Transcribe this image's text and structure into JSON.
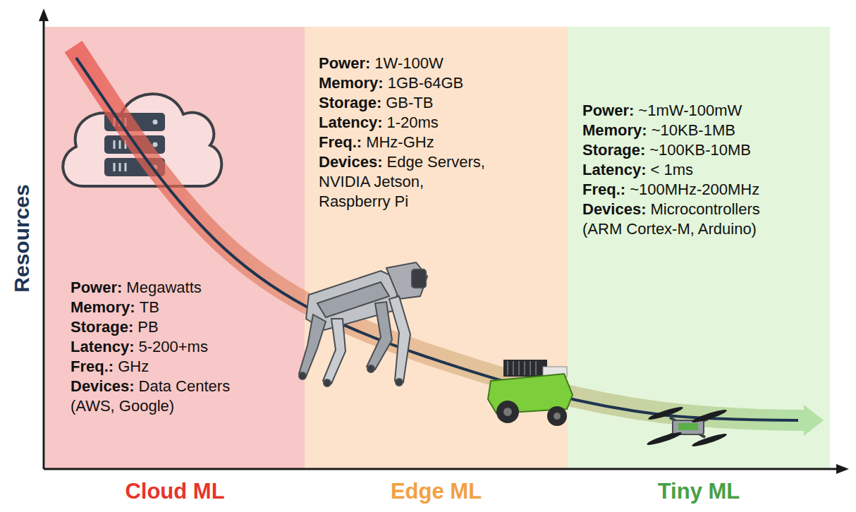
{
  "diagram": {
    "nodes": [
      {
        "text": [
          "Cloud ML",
          "Power:",
          "Megawatts",
          "Memory:",
          "TB",
          "Storage:",
          "PB",
          "Latency:",
          "5-200+ms",
          "Freq.:",
          "GHz",
          "Devices:",
          "Data Centers (AWS, Google)"
        ]
      },
      {
        "text": [
          "Edge ML",
          "Power:",
          "1W-100W",
          "Memory:",
          "1GB-64GB",
          "Storage:",
          "GB-TB",
          "Latency:",
          "1-20ms",
          "Freq.:",
          "MHz-GHz",
          "Devices:",
          "Edge Servers, NVIDIA Jetson, Raspberry Pi"
        ]
      },
      {
        "text": [
          "Tiny ML",
          "Power:",
          "~1mW-100mW",
          "Memory:",
          "~10KB-1MB",
          "Storage:",
          "~100KB-10MB",
          "Latency:",
          "< 1ms",
          "Freq.:",
          "~100MHz-200MHz",
          "Devices:",
          "Microcontrollers (ARM Cortex-M, Arduino)"
        ]
      }
    ],
    "labels": [
      "Resources"
    ]
  }
}
